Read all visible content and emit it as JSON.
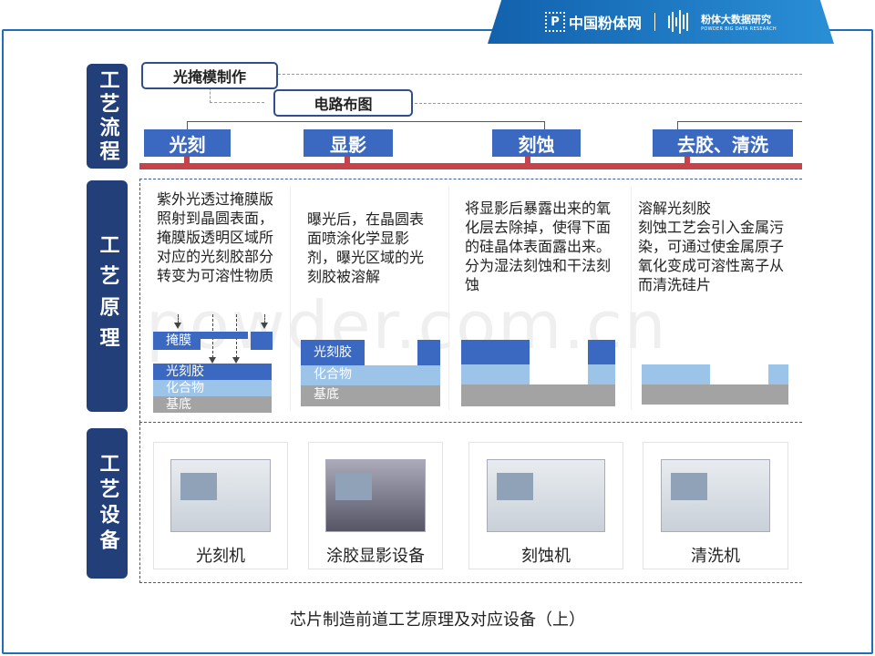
{
  "header": {
    "brand1": "中国粉体网",
    "brand1_logo": "P",
    "brand2": "粉体大数据研究",
    "brand2_sub": "POWDER BIG DATA RESEARCH"
  },
  "sections": {
    "flow": "工艺流程",
    "principle": "工艺原理",
    "equipment": "工艺设备"
  },
  "flow": {
    "mask": "光掩模制作",
    "circuit": "电路布图",
    "steps": [
      "光刻",
      "显影",
      "刻蚀",
      "去胶、清洗"
    ]
  },
  "principle": {
    "texts": [
      "紫外光透过掩膜版照射到晶圆表面，掩膜版透明区域所对应的光刻胶部分转变为可溶性物质",
      "曝光后，在晶圆表面喷涂化学显影剂，曝光区域的光刻胶被溶解",
      "将显影后暴露出来的氧化层去除掉，使得下面的硅晶体表面露出来。分为湿法刻蚀和干法刻蚀",
      "溶解光刻胶\n刻蚀工艺会引入金属污染，可通过使金属原子氧化变成可溶性离子从而清洗硅片"
    ],
    "layers": {
      "mask": "掩膜",
      "photoresist": "光刻胶",
      "compound": "化合物",
      "substrate": "基底"
    }
  },
  "equipment": [
    "光刻机",
    "涂胶显影设备",
    "刻蚀机",
    "清洗机"
  ],
  "watermark": "powder.com.cn",
  "caption": "芯片制造前道工艺原理及对应设备（上）",
  "colors": {
    "dark": "#223f7a",
    "accent": "#3b69c2",
    "light": "#9cc3e8",
    "red": "#c7434b"
  }
}
